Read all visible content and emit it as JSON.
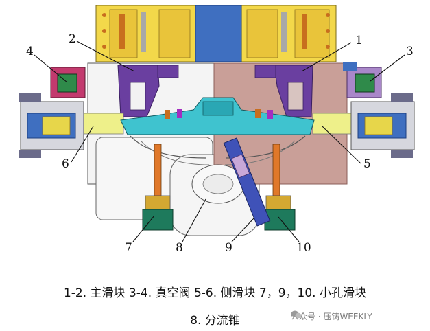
{
  "callouts": [
    {
      "id": "1",
      "text": "1"
    },
    {
      "id": "2",
      "text": "2"
    },
    {
      "id": "3",
      "text": "3"
    },
    {
      "id": "4",
      "text": "4"
    },
    {
      "id": "5",
      "text": "5"
    },
    {
      "id": "6",
      "text": "6"
    },
    {
      "id": "7",
      "text": "7"
    },
    {
      "id": "8",
      "text": "8"
    },
    {
      "id": "9",
      "text": "9"
    },
    {
      "id": "10",
      "text": "10"
    }
  ],
  "caption": {
    "line1": "1-2. 主滑块   3-4. 真空阀   5-6. 侧滑块   7，9，10. 小孔滑块",
    "line2": "8. 分流锥"
  },
  "watermark": {
    "text": "公众号 · 压铸WEEKLY",
    "icon": "wechat-icon"
  },
  "colors": {
    "yellow": "#f3d84a",
    "purple": "#6a3fa0",
    "cyan": "#3fc3cf",
    "pink": "#c99f98",
    "blue": "#3f6fc0",
    "green": "#1e7a5c",
    "grey": "#9a9ca3"
  }
}
